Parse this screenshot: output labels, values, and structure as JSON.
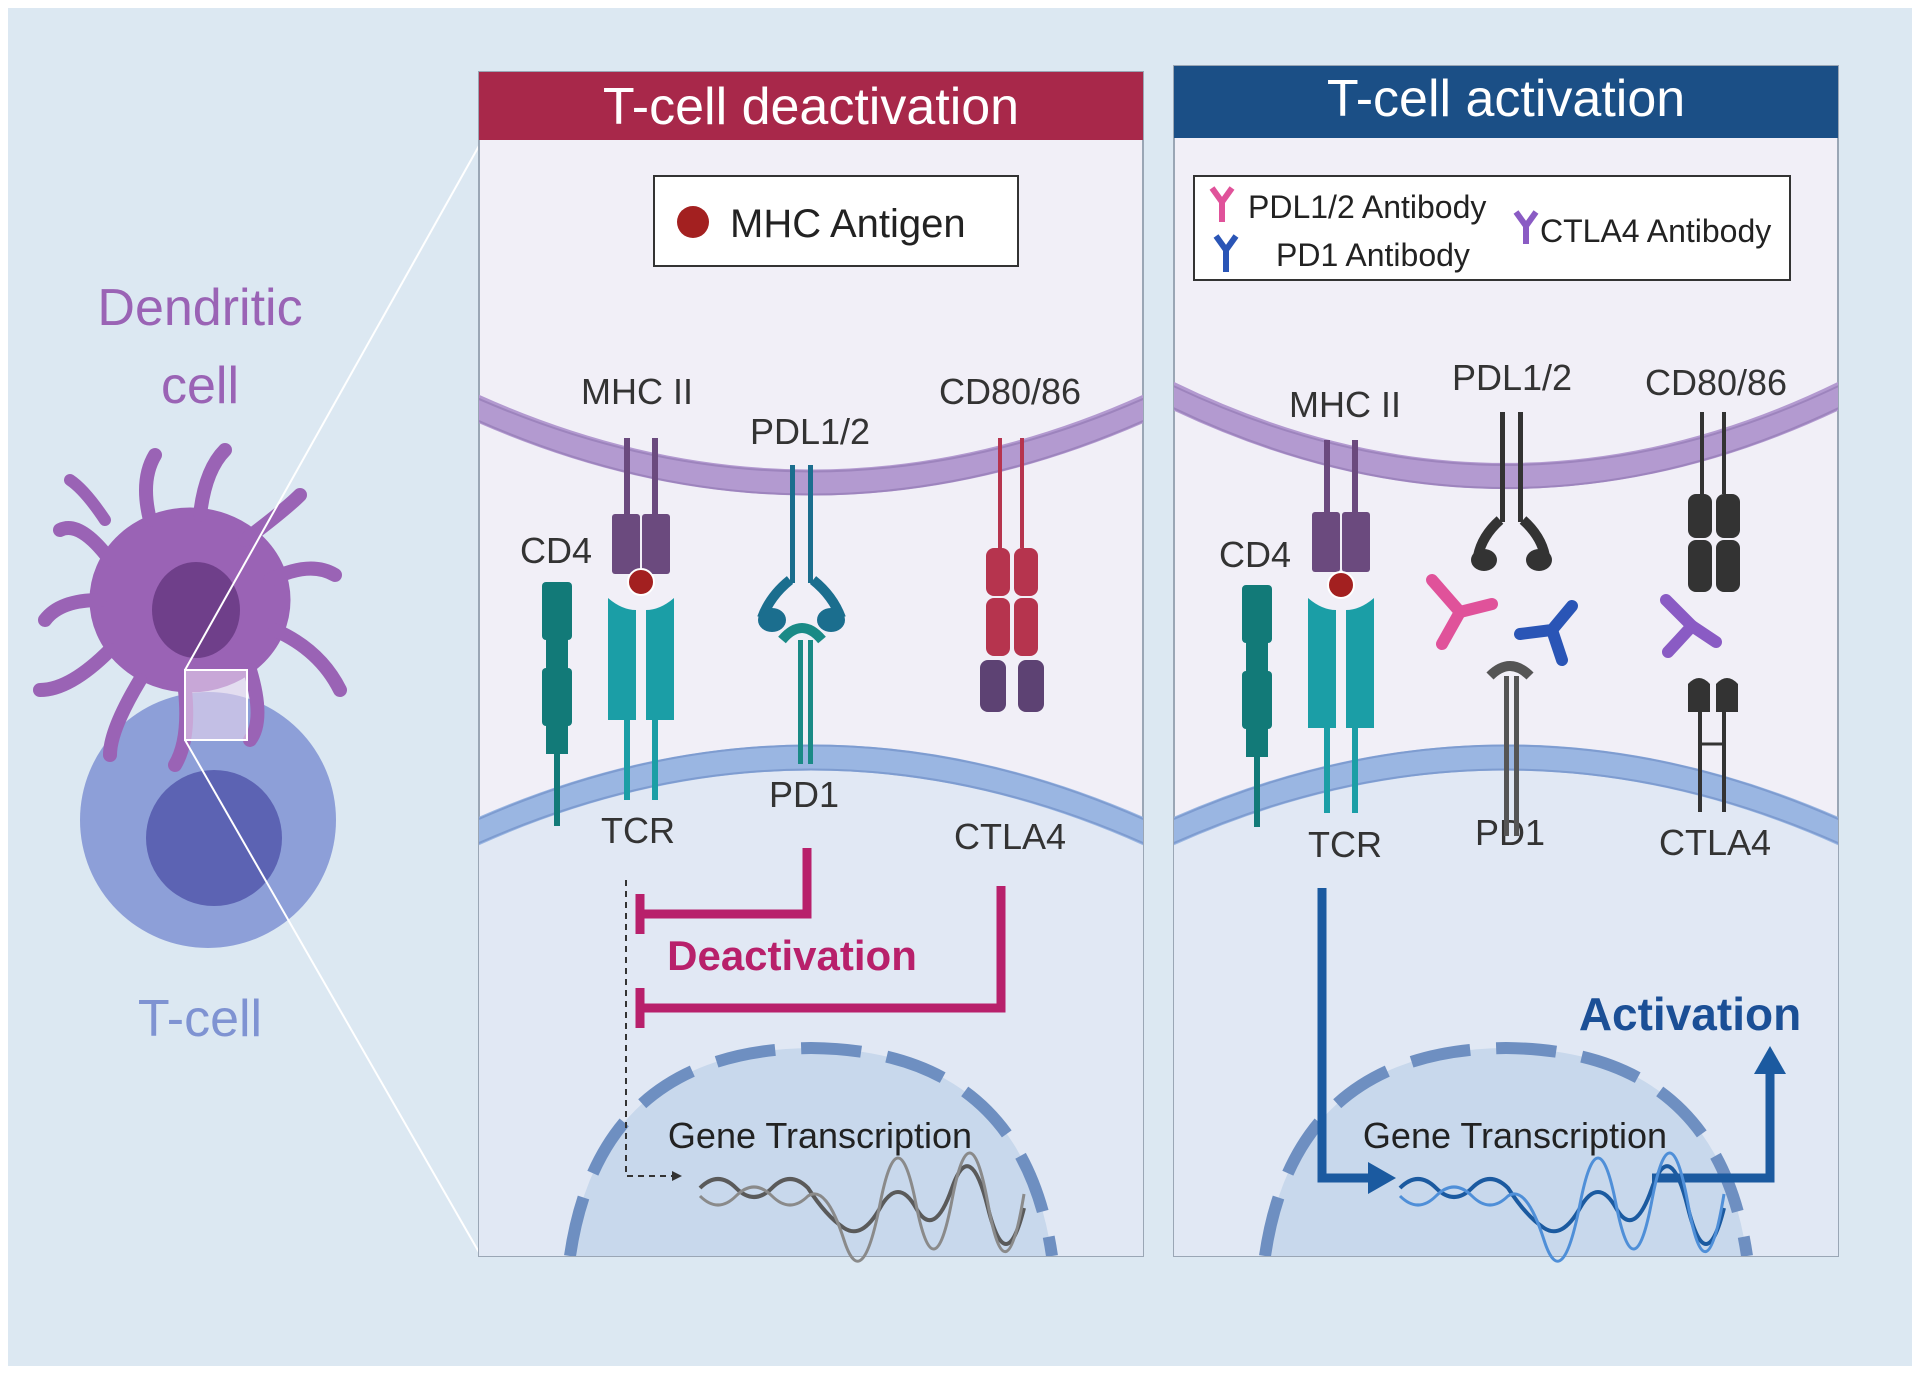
{
  "left": {
    "dendritic_label_line1": "Dendritic",
    "dendritic_label_line2": "cell",
    "tcell_label": "T-cell"
  },
  "deactivation_panel": {
    "title": "T-cell deactivation",
    "legend_mhc_antigen": "MHC Antigen",
    "labels": {
      "mhc2": "MHC II",
      "pdl12": "PDL1/2",
      "cd8086": "CD80/86",
      "cd4": "CD4",
      "tcr": "TCR",
      "pd1": "PD1",
      "ctla4": "CTLA4"
    },
    "outcome": "Deactivation",
    "gene_transcription": "Gene Transcription"
  },
  "activation_panel": {
    "title": "T-cell activation",
    "legend": {
      "pdl12_antibody": "PDL1/2 Antibody",
      "pd1_antibody": "PD1 Antibody",
      "ctla4_antibody": "CTLA4 Antibody"
    },
    "labels": {
      "mhc2": "MHC II",
      "pdl12": "PDL1/2",
      "cd8086": "CD80/86",
      "cd4": "CD4",
      "tcr": "TCR",
      "pd1": "PD1",
      "ctla4": "CTLA4"
    },
    "outcome": "Activation",
    "gene_transcription": "Gene Transcription"
  },
  "colors": {
    "background": "#dce8f2",
    "deactivation_header": "#a8284a",
    "activation_header": "#1b4f86",
    "dendritic_purple": "#9a63b5",
    "tcell_blue": "#7f93d2",
    "inhibit_magenta": "#b8206b",
    "activate_blue": "#1b5aa0"
  }
}
